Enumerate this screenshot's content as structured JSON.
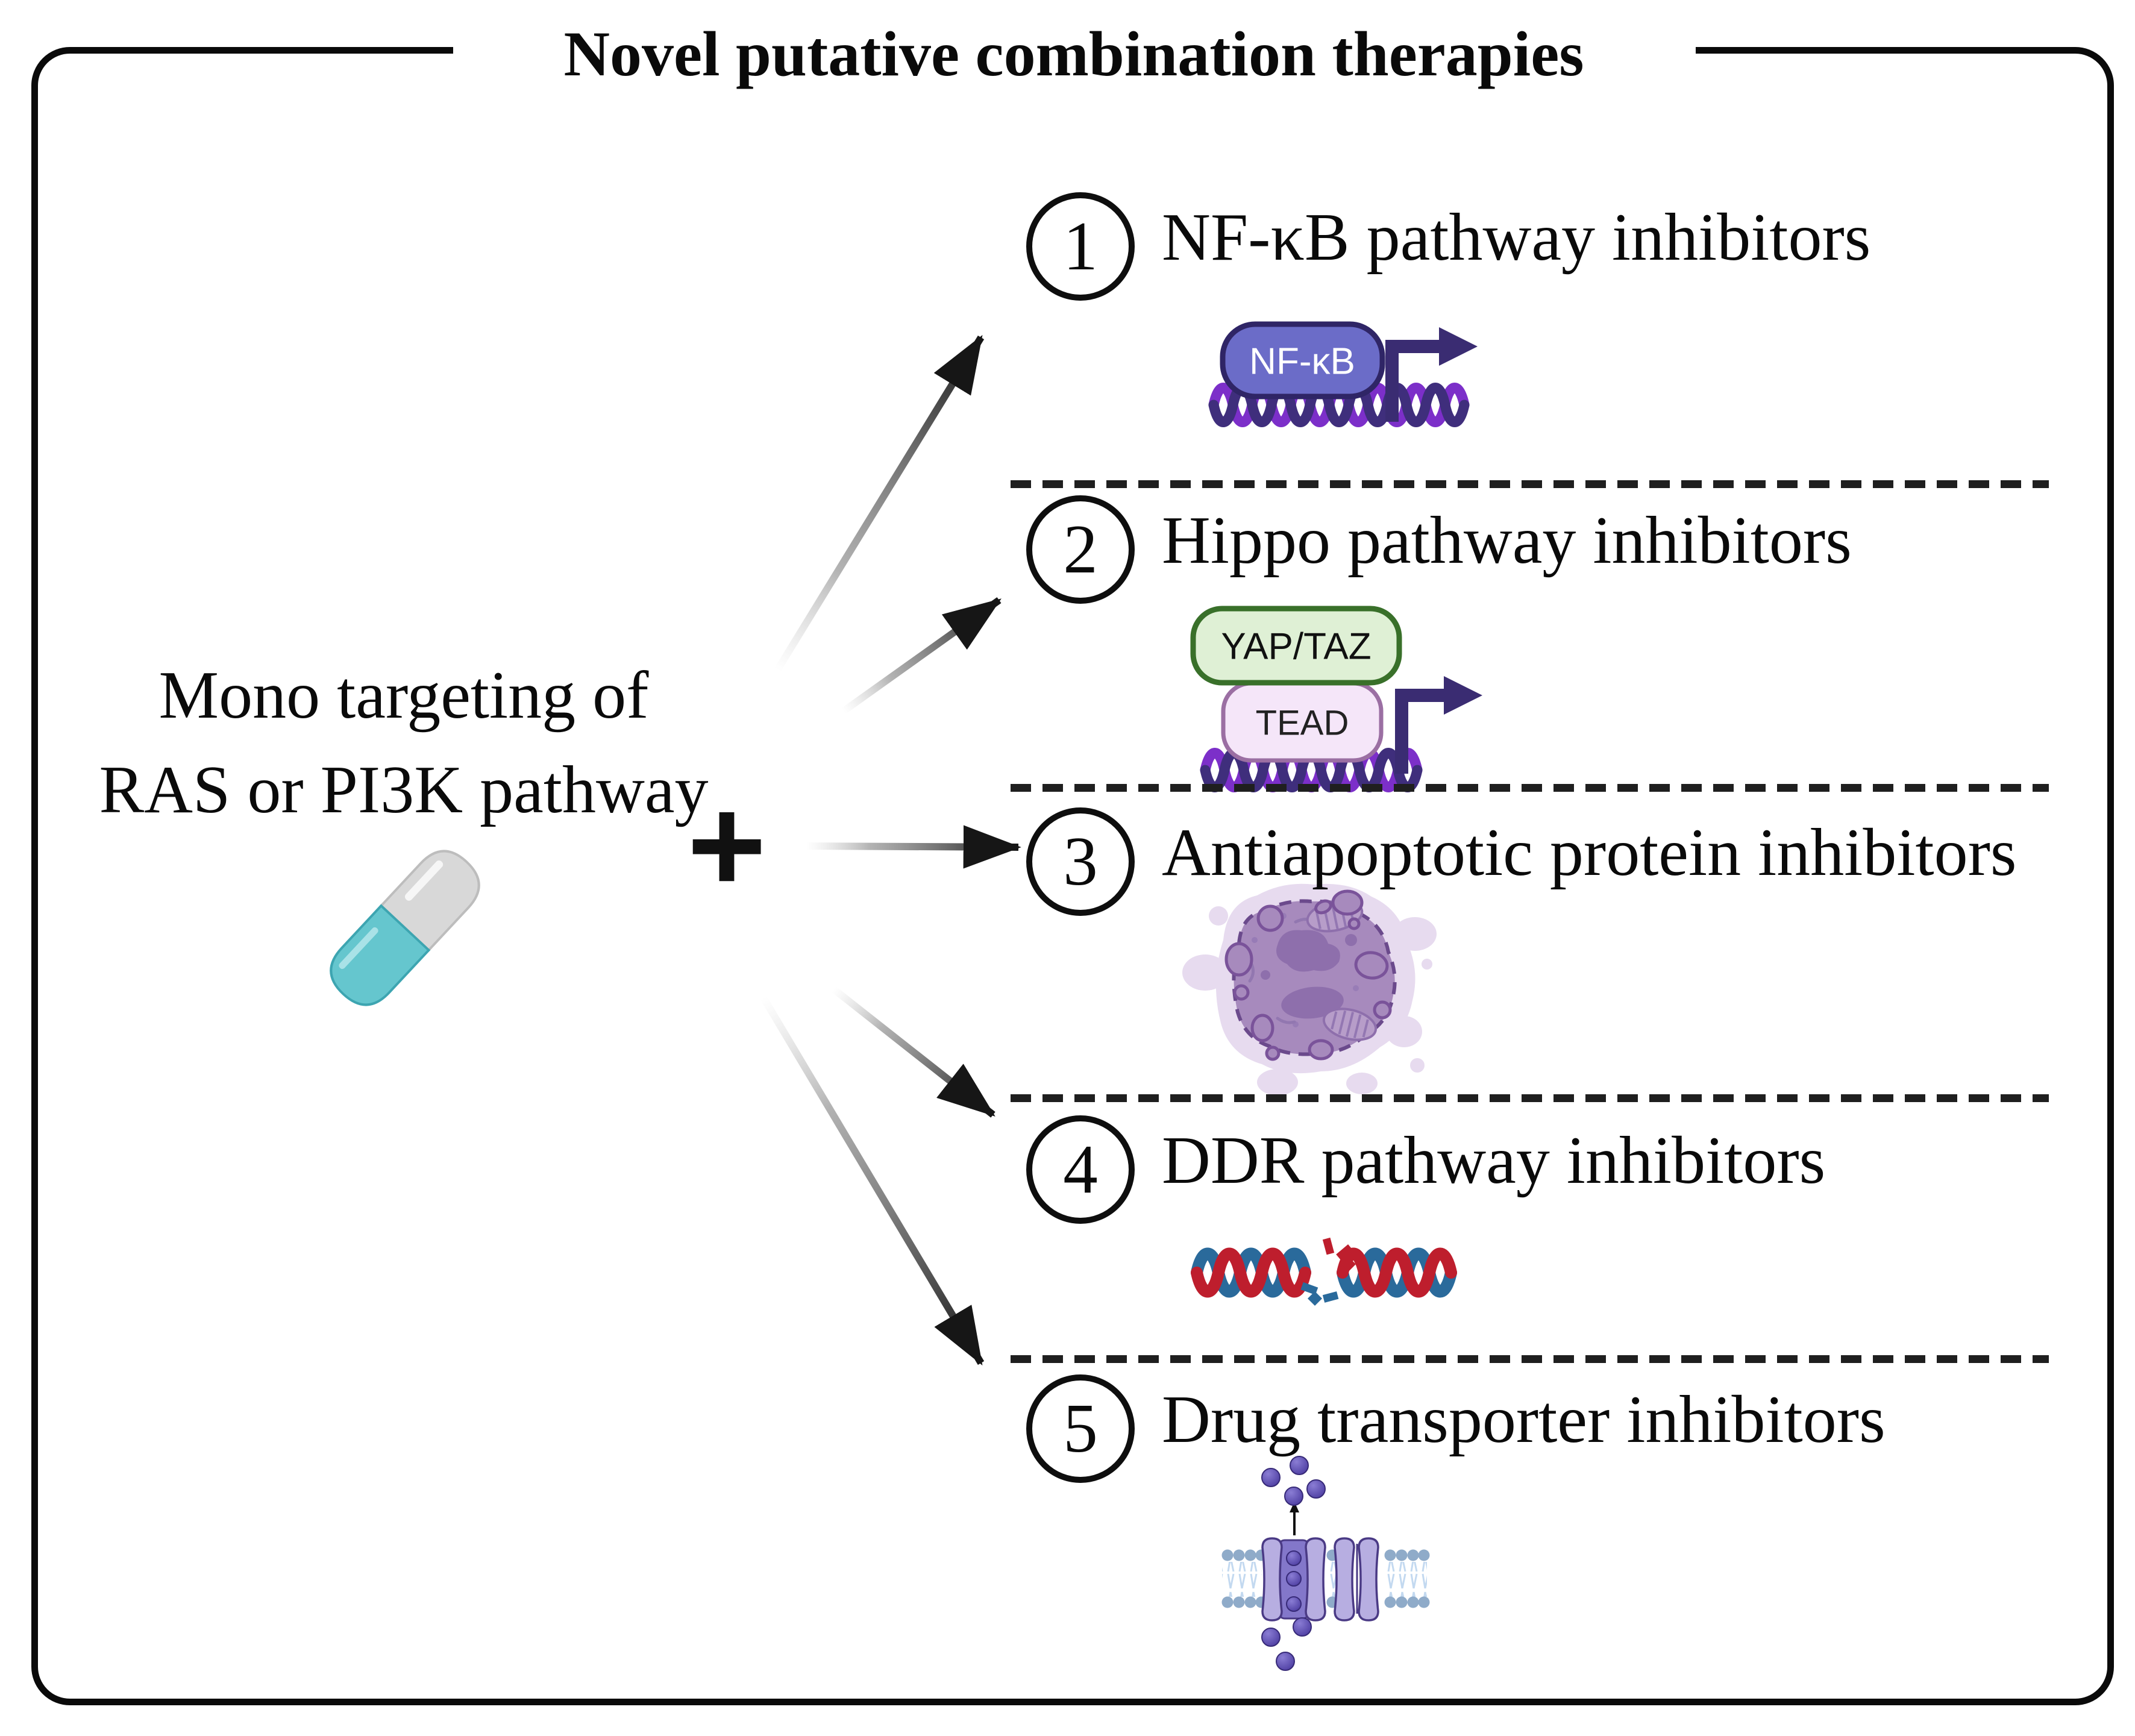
{
  "title": "Novel putative combination therapies",
  "left_panel": {
    "label_line1": "Mono targeting of",
    "label_line2": "RAS or PI3K pathway",
    "plus_sign": "+"
  },
  "items": [
    {
      "number": "1",
      "label": "NF-κB pathway inhibitors",
      "icon": "nfkb-gene-transcription-icon",
      "molecules": [
        "NF-κB"
      ]
    },
    {
      "number": "2",
      "label": "Hippo pathway inhibitors",
      "icon": "yap-taz-tead-gene-transcription-icon",
      "molecules": [
        "YAP/TAZ",
        "TEAD"
      ]
    },
    {
      "number": "3",
      "label": "Antiapoptotic protein inhibitors",
      "icon": "apoptotic-cell-icon",
      "molecules": []
    },
    {
      "number": "4",
      "label": "DDR pathway inhibitors",
      "icon": "damaged-dna-icon",
      "molecules": []
    },
    {
      "number": "5",
      "label": "Drug transporter inhibitors",
      "icon": "drug-transporter-membrane-icon",
      "molecules": []
    }
  ],
  "colors": {
    "nfkb_fill": "#6B6CC8",
    "nfkb_stroke": "#2F2566",
    "yaptaz_fill": "#DFF0D5",
    "yaptaz_stroke": "#39702A",
    "tead_fill": "#F5E6F9",
    "tead_stroke": "#9B6FA3",
    "dna_indigo": "#3F2E7C",
    "dna_violet": "#7C2FC9",
    "transcription_arrow": "#3A2C72",
    "ddr_blue": "#2A6A9B",
    "ddr_red": "#BE1E2D",
    "cell_body": "#A78ABD",
    "cell_halo": "#E7DBEF",
    "cell_inner": "#8E6FAC",
    "pill_teal": "#65C6CE",
    "pill_gray": "#D8D8D8",
    "transporter_fill": "#B7AEE1",
    "transporter_channel": "#8377CA",
    "lipid_head": "#8FABC9",
    "lipid_tail": "#C3D9F0",
    "arrow_dark": "#161616"
  }
}
